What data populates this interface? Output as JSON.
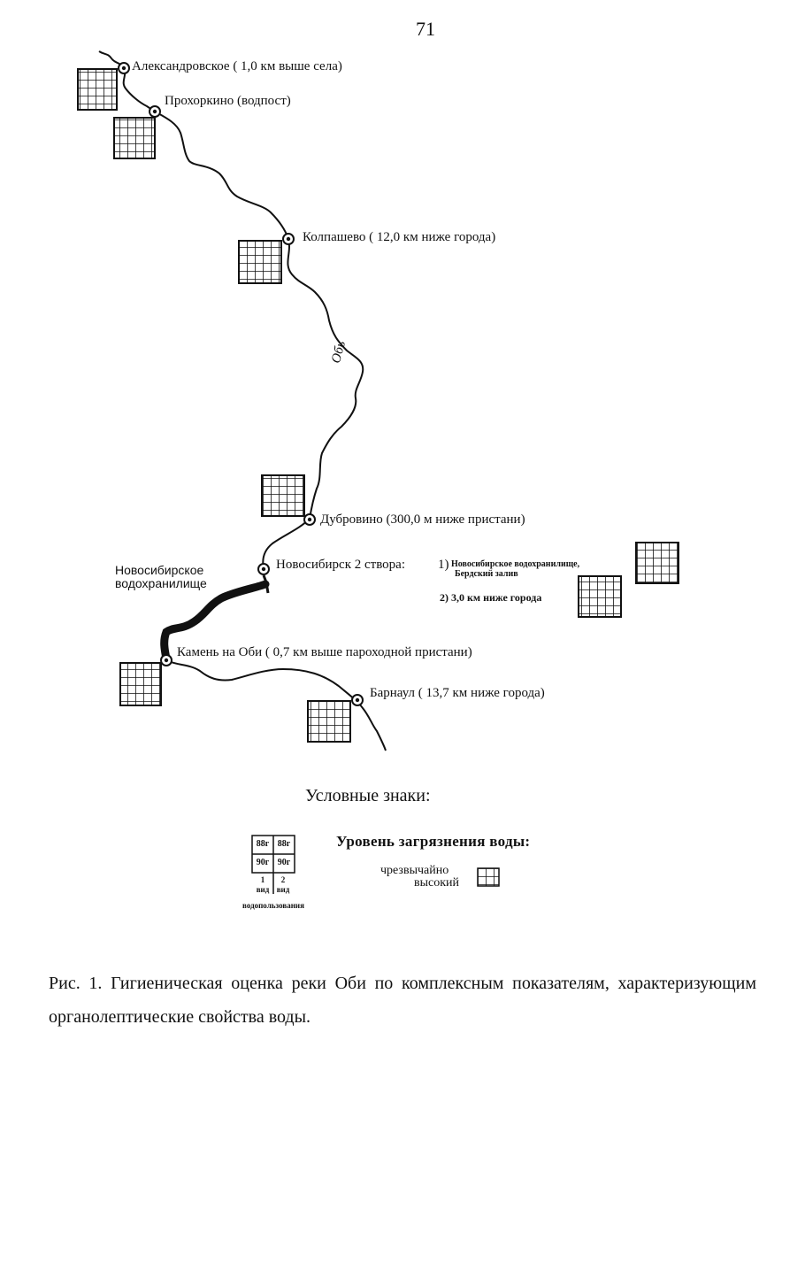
{
  "page_number": "71",
  "stations": {
    "aleksandrovskoe": "Александровское ( 1,0 км выше села)",
    "prokhorkino": "Прохоркино (водпост)",
    "kolpashevo": "Колпашево ( 12,0 км ниже города)",
    "dubrovino": "Дубровино (300,0 м ниже пристани)",
    "novosibirsk": "Новосибирск 2 створа:",
    "novosibirsk_1_num": "1)",
    "novosibirsk_1": "Новосибирское водохранилище,",
    "novosibirsk_1b": "Бердский залив",
    "novosibirsk_2": "2) 3,0 км ниже города",
    "kamen": "Камень на Оби  ( 0,7 км выше пароходной пристани)",
    "barnaul": "Барнаул ( 13,7 км ниже города)"
  },
  "river_label": "Обь",
  "reservoir_label_1": "Новосибирское",
  "reservoir_label_2": "водохранилище",
  "legend": {
    "title": "Условные знаки:",
    "level_title": "Уровень загрязнения воды:",
    "extreme_1": "чрезвычайно",
    "extreme_2": "высокий",
    "cell_88_a": "88г",
    "cell_88_b": "88г",
    "cell_90_a": "90г",
    "cell_90_b": "90г",
    "vid_1_num": "1",
    "vid_1": "вид",
    "vid_2_num": "2",
    "vid_2": "вид",
    "vodopolzovanie": "водопользования"
  },
  "caption": "Рис. 1. Гигиеническая оценка реки Оби по комплексным показателям, характеризующим органолептические свойства воды.",
  "colors": {
    "ink": "#111111",
    "background": "#ffffff"
  },
  "pollution_level": "чрезвычайно высокий"
}
